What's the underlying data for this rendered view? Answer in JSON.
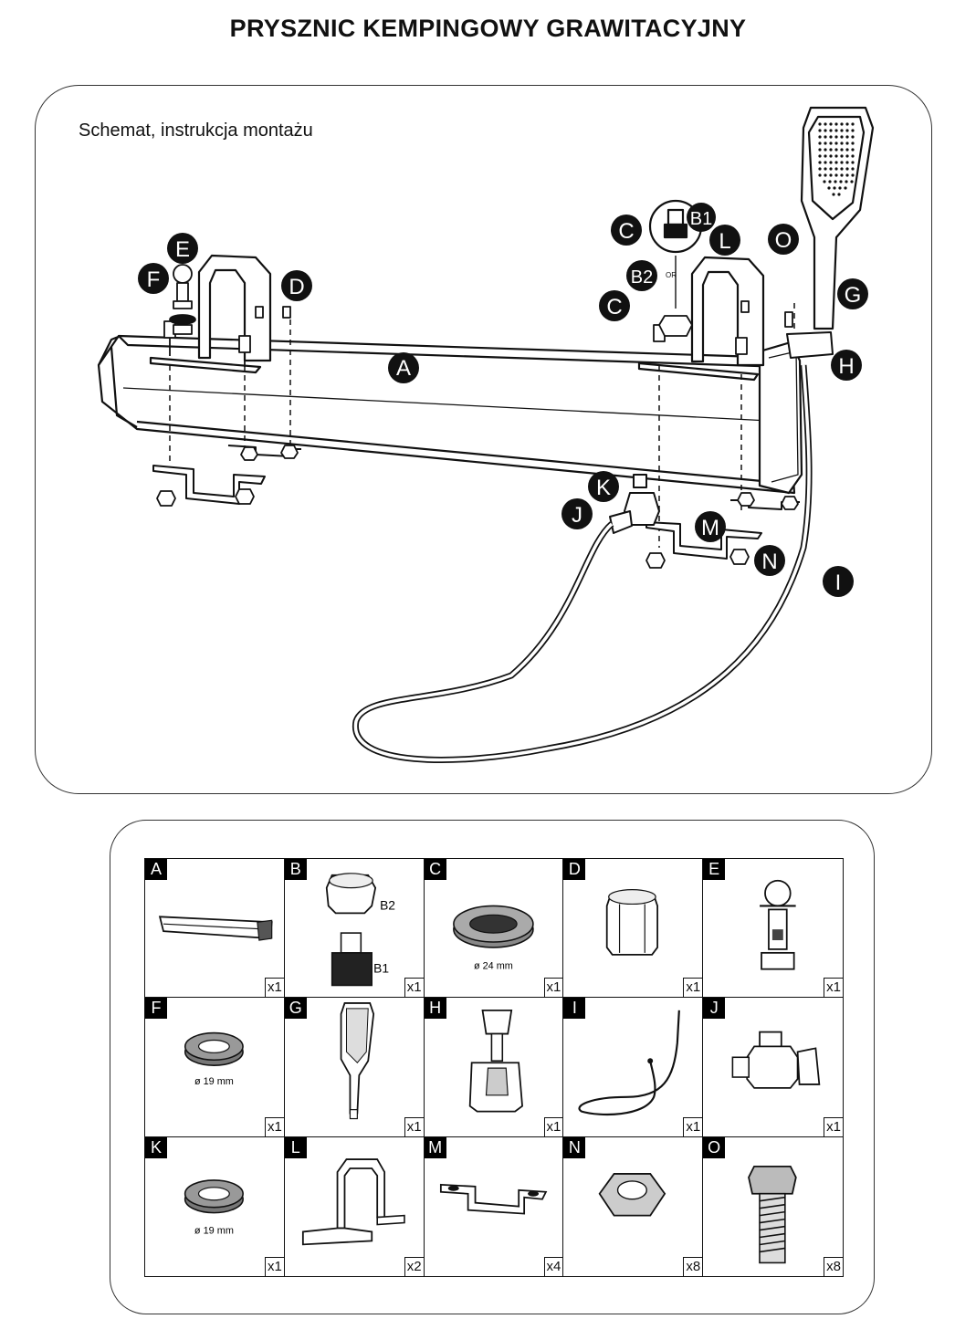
{
  "title": "PRYSZNIC KEMPINGOWY GRAWITACYJNY",
  "subtitle": "Schemat, instrukcja montażu",
  "callouts": [
    "A",
    "B1",
    "B2",
    "C",
    "C",
    "D",
    "E",
    "F",
    "G",
    "H",
    "I",
    "J",
    "K",
    "L",
    "M",
    "N",
    "O"
  ],
  "callout_or": "OR",
  "parts": [
    {
      "letter": "A",
      "qty": "x1",
      "labels": []
    },
    {
      "letter": "B",
      "qty": "x1",
      "labels": [
        "B2",
        "B1"
      ]
    },
    {
      "letter": "C",
      "qty": "x1",
      "labels": [
        "ø 24 mm"
      ]
    },
    {
      "letter": "D",
      "qty": "x1",
      "labels": []
    },
    {
      "letter": "E",
      "qty": "x1",
      "labels": []
    },
    {
      "letter": "F",
      "qty": "x1",
      "labels": [
        "ø 19 mm"
      ]
    },
    {
      "letter": "G",
      "qty": "x1",
      "labels": []
    },
    {
      "letter": "H",
      "qty": "x1",
      "labels": []
    },
    {
      "letter": "I",
      "qty": "x1",
      "labels": []
    },
    {
      "letter": "J",
      "qty": "x1",
      "labels": []
    },
    {
      "letter": "K",
      "qty": "x1",
      "labels": [
        "ø 19 mm"
      ]
    },
    {
      "letter": "L",
      "qty": "x2",
      "labels": []
    },
    {
      "letter": "M",
      "qty": "x4",
      "labels": []
    },
    {
      "letter": "N",
      "qty": "x8",
      "labels": []
    },
    {
      "letter": "O",
      "qty": "x8",
      "labels": []
    }
  ]
}
